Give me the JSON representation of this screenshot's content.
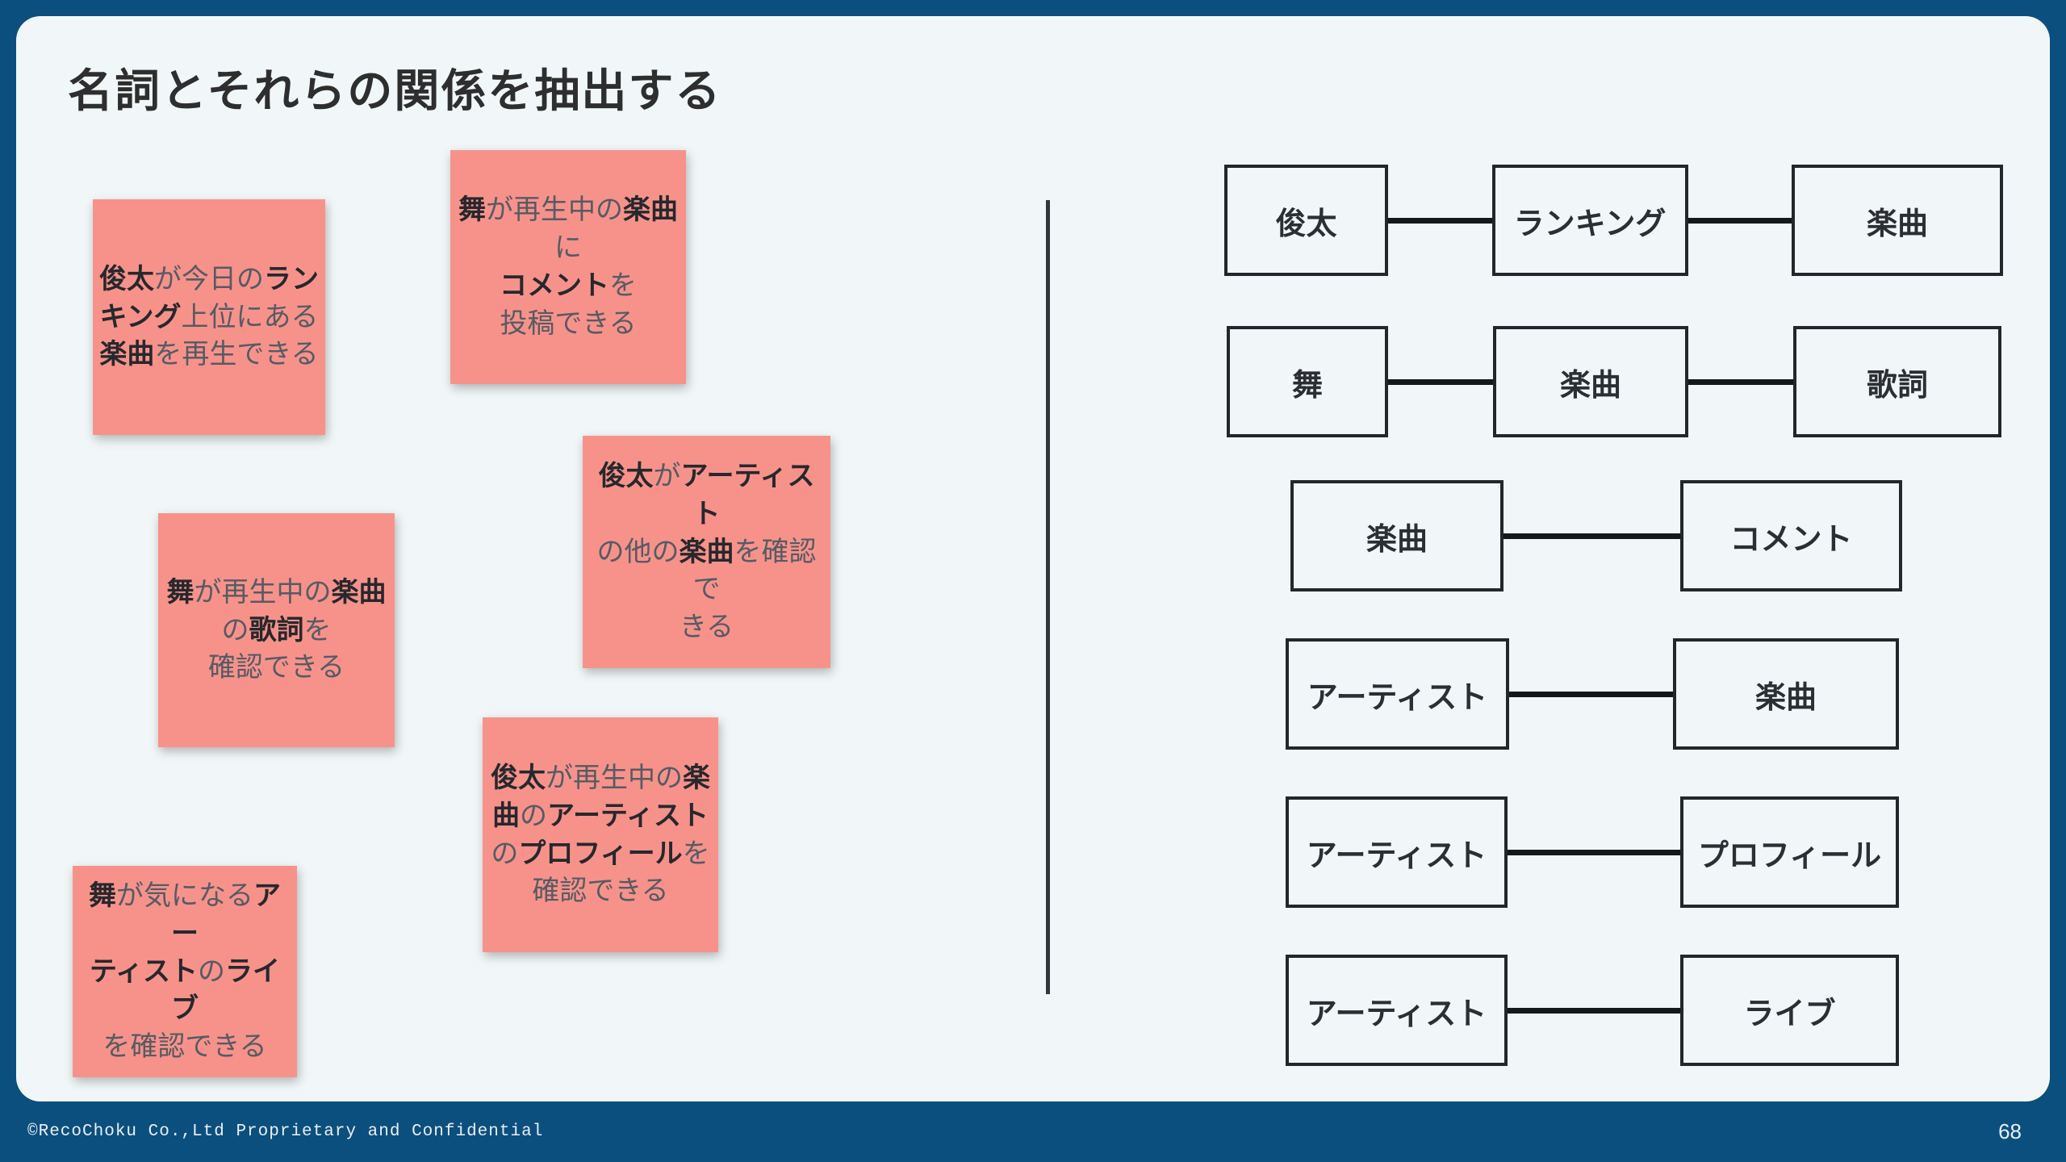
{
  "slide": {
    "title": "名詞とそれらの関係を抽出する",
    "footer": "©RecoChoku Co.,Ltd Proprietary and Confidential",
    "page_number": "68"
  },
  "colors": {
    "frame_blue": "#0B4F7E",
    "panel_bg": "#F1F7F8",
    "note_pink": "#F7928B",
    "keyword_ink": "#26282C",
    "note_ink": "#565B63",
    "node_border": "#23272B"
  },
  "sticky_notes": [
    {
      "text": "俊太が今日のランキング上位にある楽曲を再生できる",
      "segments": [
        {
          "text": "俊太",
          "bold": true
        },
        {
          "text": "が今日の",
          "bold": false
        },
        {
          "text": "ラン\nキング",
          "bold": true
        },
        {
          "text": "上位にある\n",
          "bold": false
        },
        {
          "text": "楽曲",
          "bold": true
        },
        {
          "text": "を再生できる",
          "bold": false
        }
      ]
    },
    {
      "text": "舞が再生中の楽曲にコメントを投稿できる",
      "segments": [
        {
          "text": "舞",
          "bold": true
        },
        {
          "text": "が再生中の",
          "bold": false
        },
        {
          "text": "楽曲",
          "bold": true
        },
        {
          "text": "\nに\n",
          "bold": false
        },
        {
          "text": "コメント",
          "bold": true
        },
        {
          "text": "を\n投稿できる",
          "bold": false
        }
      ]
    },
    {
      "text": "舞が再生中の楽曲の歌詞を確認できる",
      "segments": [
        {
          "text": "舞",
          "bold": true
        },
        {
          "text": "が再生中の",
          "bold": false
        },
        {
          "text": "楽曲",
          "bold": true
        },
        {
          "text": "\nの",
          "bold": false
        },
        {
          "text": "歌詞",
          "bold": true
        },
        {
          "text": "を\n確認できる",
          "bold": false
        }
      ]
    },
    {
      "text": "俊太がアーティストの他の楽曲を確認できる",
      "segments": [
        {
          "text": "俊太",
          "bold": true
        },
        {
          "text": "が",
          "bold": false
        },
        {
          "text": "アーティスト",
          "bold": true
        },
        {
          "text": "\nの他の",
          "bold": false
        },
        {
          "text": "楽曲",
          "bold": true
        },
        {
          "text": "を確認で\nきる",
          "bold": false
        }
      ]
    },
    {
      "text": "俊太が再生中の楽曲のアーティストのプロフィールを確認できる",
      "segments": [
        {
          "text": "俊太",
          "bold": true
        },
        {
          "text": "が再生中の",
          "bold": false
        },
        {
          "text": "楽\n曲",
          "bold": true
        },
        {
          "text": "の",
          "bold": false
        },
        {
          "text": "アーティスト",
          "bold": true
        },
        {
          "text": "\nの",
          "bold": false
        },
        {
          "text": "プロフィール",
          "bold": true
        },
        {
          "text": "を\n確認できる",
          "bold": false
        }
      ]
    },
    {
      "text": "舞が気になるアーティストのライブを確認できる",
      "segments": [
        {
          "text": "舞",
          "bold": true
        },
        {
          "text": "が気になる",
          "bold": false
        },
        {
          "text": "アー\nティスト",
          "bold": true
        },
        {
          "text": "の",
          "bold": false
        },
        {
          "text": "ライブ",
          "bold": true
        },
        {
          "text": "\nを確認できる",
          "bold": false
        }
      ]
    }
  ],
  "diagram": {
    "rows": [
      {
        "nodes": [
          "俊太",
          "ランキング",
          "楽曲"
        ]
      },
      {
        "nodes": [
          "舞",
          "楽曲",
          "歌詞"
        ]
      },
      {
        "nodes": [
          "楽曲",
          "コメント"
        ]
      },
      {
        "nodes": [
          "アーティスト",
          "楽曲"
        ]
      },
      {
        "nodes": [
          "アーティスト",
          "プロフィール"
        ]
      },
      {
        "nodes": [
          "アーティスト",
          "ライブ"
        ]
      }
    ]
  }
}
